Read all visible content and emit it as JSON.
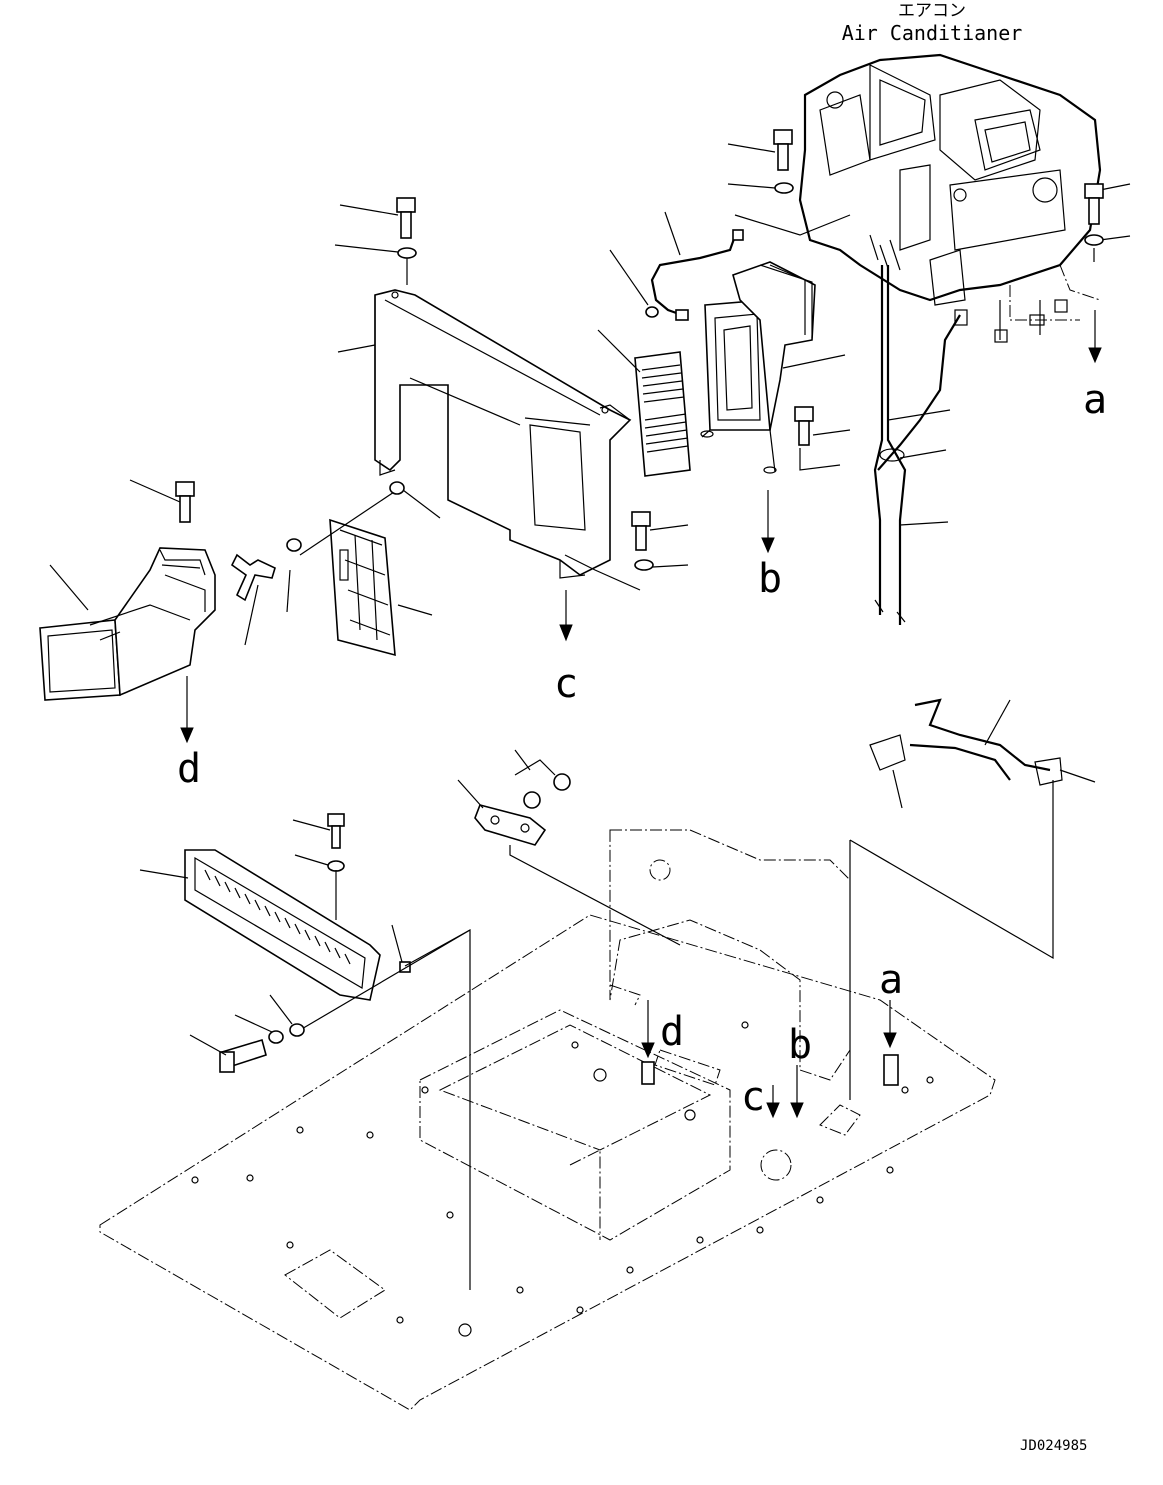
{
  "header": {
    "label_jp": "エアコン",
    "label_en": "Air Canditianer"
  },
  "arrow_labels": [
    {
      "id": "a",
      "text": "a"
    },
    {
      "id": "b",
      "text": "b"
    },
    {
      "id": "c",
      "text": "c"
    },
    {
      "id": "d",
      "text": "d"
    }
  ],
  "lower_labels": {
    "a": "a",
    "b": "b",
    "c": "c",
    "d": "d"
  },
  "drawing_code": "JD024985"
}
